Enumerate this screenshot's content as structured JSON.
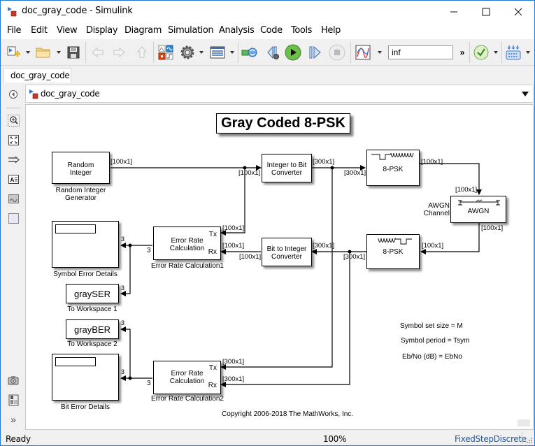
{
  "window": {
    "title": "doc_gray_code - Simulink",
    "controls": {
      "minimize": "—",
      "maximize": "☐",
      "close": "✕"
    }
  },
  "menubar": {
    "items": [
      "File",
      "Edit",
      "View",
      "Display",
      "Diagram",
      "Simulation",
      "Analysis",
      "Code",
      "Tools",
      "Help"
    ]
  },
  "toolbar": {
    "buttons": [
      {
        "name": "new-model",
        "icon": "new-model-icon"
      },
      {
        "name": "open",
        "icon": "folder-icon"
      },
      {
        "name": "save",
        "icon": "save-icon"
      },
      {
        "name": "back",
        "icon": "arrow-left-icon"
      },
      {
        "name": "forward",
        "icon": "arrow-right-icon"
      },
      {
        "name": "up",
        "icon": "arrow-up-icon"
      },
      {
        "name": "library-browser",
        "icon": "library-icon"
      },
      {
        "name": "model-settings",
        "icon": "gear-icon"
      },
      {
        "name": "model-explorer",
        "icon": "table-icon"
      },
      {
        "name": "update-diagram",
        "icon": "refresh-icon"
      },
      {
        "name": "step-back",
        "icon": "step-back-icon"
      },
      {
        "name": "run",
        "icon": "play-icon"
      },
      {
        "name": "step-forward",
        "icon": "step-forward-icon"
      },
      {
        "name": "stop",
        "icon": "stop-icon"
      },
      {
        "name": "data-inspector",
        "icon": "signal-icon"
      },
      {
        "name": "more",
        "icon": "double-chevron-icon"
      },
      {
        "name": "model-advisor",
        "icon": "check-icon"
      },
      {
        "name": "build",
        "icon": "build-icon"
      }
    ],
    "stop_time": "inf"
  },
  "tabs": [
    {
      "label": "doc_gray_code"
    }
  ],
  "address": {
    "path": "doc_gray_code"
  },
  "left_toolbar": [
    "hide-explorer",
    "zoom",
    "fit-to-view",
    "arrow",
    "annotation",
    "image",
    "area",
    "screenshot",
    "property-inspector",
    "expand"
  ],
  "diagram": {
    "title": "Gray Coded 8-PSK",
    "blocks": {
      "random_integer": {
        "text": [
          "Random",
          "Integer"
        ],
        "caption": [
          "Random Integer",
          "Generator"
        ]
      },
      "int_to_bit": {
        "text": [
          "Integer to Bit",
          "Converter"
        ]
      },
      "psk_mod": {
        "text": "8-PSK"
      },
      "awgn": {
        "text": "AWGN",
        "caption": [
          "AWGN",
          "Channel"
        ]
      },
      "psk_demod": {
        "text": "8-PSK"
      },
      "bit_to_int": {
        "text": [
          "Bit to Integer",
          "Converter"
        ]
      },
      "erc1": {
        "text": [
          "Error Rate",
          "Calculation"
        ],
        "caption": "Error Rate Calculation1",
        "tx": "Tx",
        "rx": "Rx",
        "out": "3"
      },
      "erc2": {
        "text": [
          "Error Rate",
          "Calculation"
        ],
        "caption": "Error Rate Calculation2",
        "tx": "Tx",
        "rx": "Rx",
        "out": "3"
      },
      "symbol_display": {
        "caption": "Symbol Error Details",
        "in": "3"
      },
      "bit_display": {
        "caption": "Bit Error Details",
        "in": "3"
      },
      "ws1": {
        "text": "graySER",
        "caption": "To Workspace 1",
        "in": "3"
      },
      "ws2": {
        "text": "grayBER",
        "caption": "To Workspace 2",
        "in": "3"
      }
    },
    "signal_labels": {
      "rig_out": "[100x1]",
      "itb_in": "[100x1]",
      "itb_out": "[300x1]",
      "mod_in": "[300x1]",
      "mod_out": "[100x1]",
      "awgn_in": "[100x1]",
      "awgn_out": "[100x1]",
      "demod_in": "[100x1]",
      "demod_out": "[300x1]",
      "bti_in": "[300x1]",
      "bti_out": "[100x1]",
      "erc1_tx": "[100x1]",
      "erc1_rx": "[100x1]",
      "erc2_tx": "[300x1]",
      "erc2_rx": "[300x1]"
    },
    "annotations": {
      "params": [
        "Symbol set size = M",
        "Symbol period = Tsym",
        "Eb/No (dB) = EbNo"
      ],
      "copyright": "Copyright 2006-2018 The MathWorks, Inc."
    }
  },
  "status": {
    "state": "Ready",
    "zoom": "100%",
    "solver": "FixedStepDiscrete"
  },
  "colors": {
    "accent": "#1e7ad6",
    "solver_text": "#1e5aa8",
    "run_green": "#3cae3c"
  }
}
